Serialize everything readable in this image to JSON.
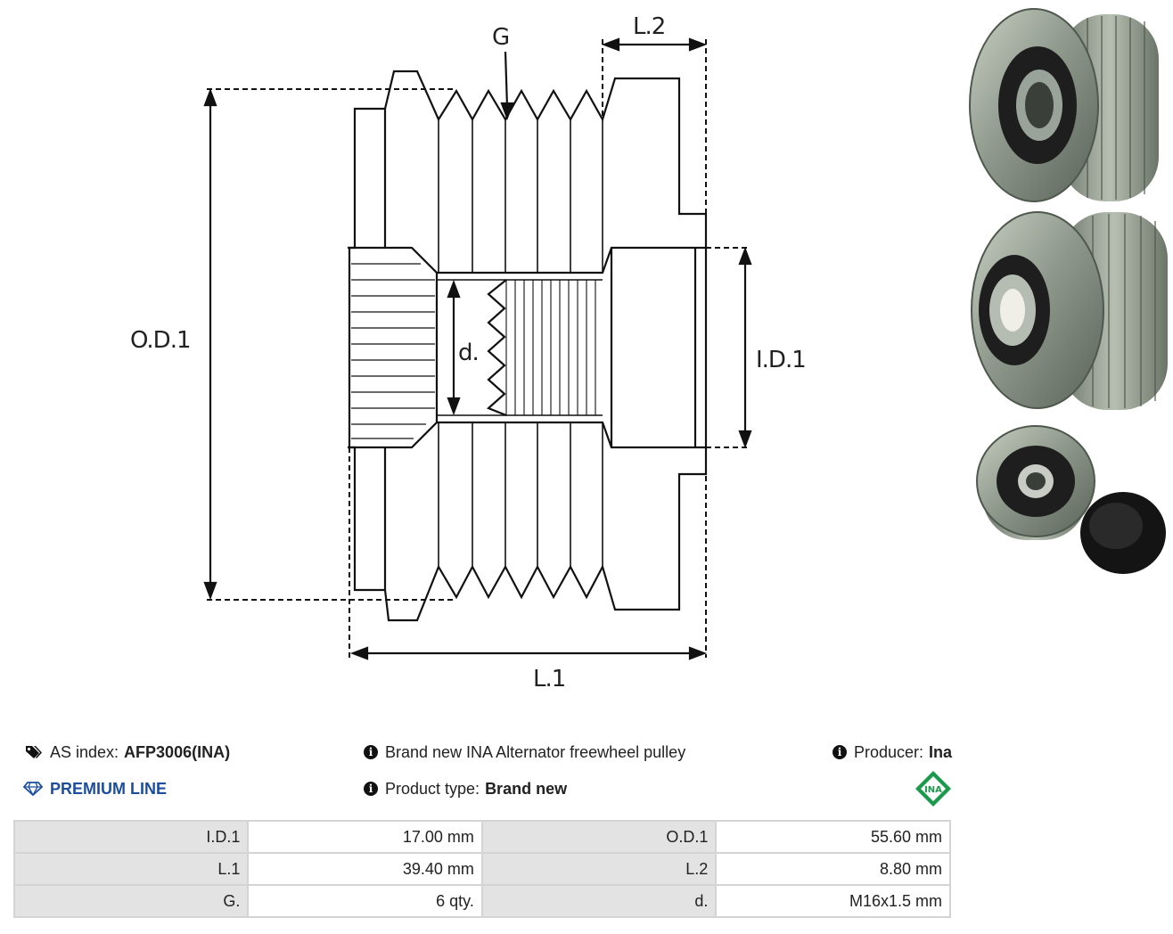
{
  "drawing": {
    "labels": {
      "g": "G",
      "l2": "L.2",
      "od1": "O.D.1",
      "id1": "I.D.1",
      "d": "d.",
      "l1": "L.1"
    }
  },
  "info": {
    "as_index_label": "AS index:",
    "as_index_value": "AFP3006(INA)",
    "premium": "PREMIUM LINE",
    "description": "Brand new INA Alternator freewheel pulley",
    "product_type_label": "Product type:",
    "product_type_value": "Brand new",
    "producer_label": "Producer:",
    "producer_value": "Ina",
    "logo_text": "INA"
  },
  "specs": [
    {
      "label_a": "I.D.1",
      "value_a": "17.00 mm",
      "label_b": "O.D.1",
      "value_b": "55.60 mm"
    },
    {
      "label_a": "L.1",
      "value_a": "39.40 mm",
      "label_b": "L.2",
      "value_b": "8.80 mm"
    },
    {
      "label_a": "G.",
      "value_a": "6 qty.",
      "label_b": "d.",
      "value_b": "M16x1.5 mm"
    }
  ],
  "colors": {
    "accent": "#1d4e9c",
    "logo_green": "#1a9a4a",
    "table_label_bg": "#e3e3e3"
  }
}
